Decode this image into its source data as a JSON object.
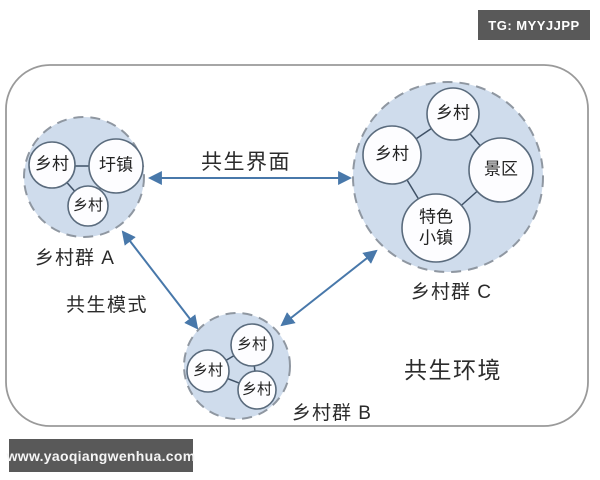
{
  "badge": {
    "text": "TG: MYYJJPP",
    "bg": "#595959",
    "fg": "#ffffff"
  },
  "watermark": {
    "text": "www.yaoqiangwenhua.com",
    "bg": "#595959",
    "fg": "#f5f5f5"
  },
  "diagram": {
    "type": "symbiosis-network-diagram",
    "clusters": {
      "a": {
        "label": "乡村群 A",
        "nodes": {
          "n1": "乡村",
          "n2": "圩镇",
          "n3": "乡村"
        }
      },
      "b": {
        "label": "乡村群 B",
        "nodes": {
          "n1": "乡村",
          "n2": "乡村",
          "n3": "乡村"
        }
      },
      "c": {
        "label": "乡村群 C",
        "nodes": {
          "n1": "乡村",
          "n2": "乡村",
          "n3": "景区",
          "n4": "特色小镇"
        }
      }
    },
    "labels": {
      "interface": "共生界面",
      "mode": "共生模式",
      "environment": "共生环境"
    },
    "colors": {
      "cluster_fill": "#cfdcec",
      "cluster_border": "#8f97a1",
      "node_fill": "#fdfdff",
      "node_border": "#5a6b7d",
      "connector": "#3f5166",
      "arrow": "#4878aa",
      "frame_border": "#9a9a9a",
      "text": "#2f2f2f"
    }
  }
}
